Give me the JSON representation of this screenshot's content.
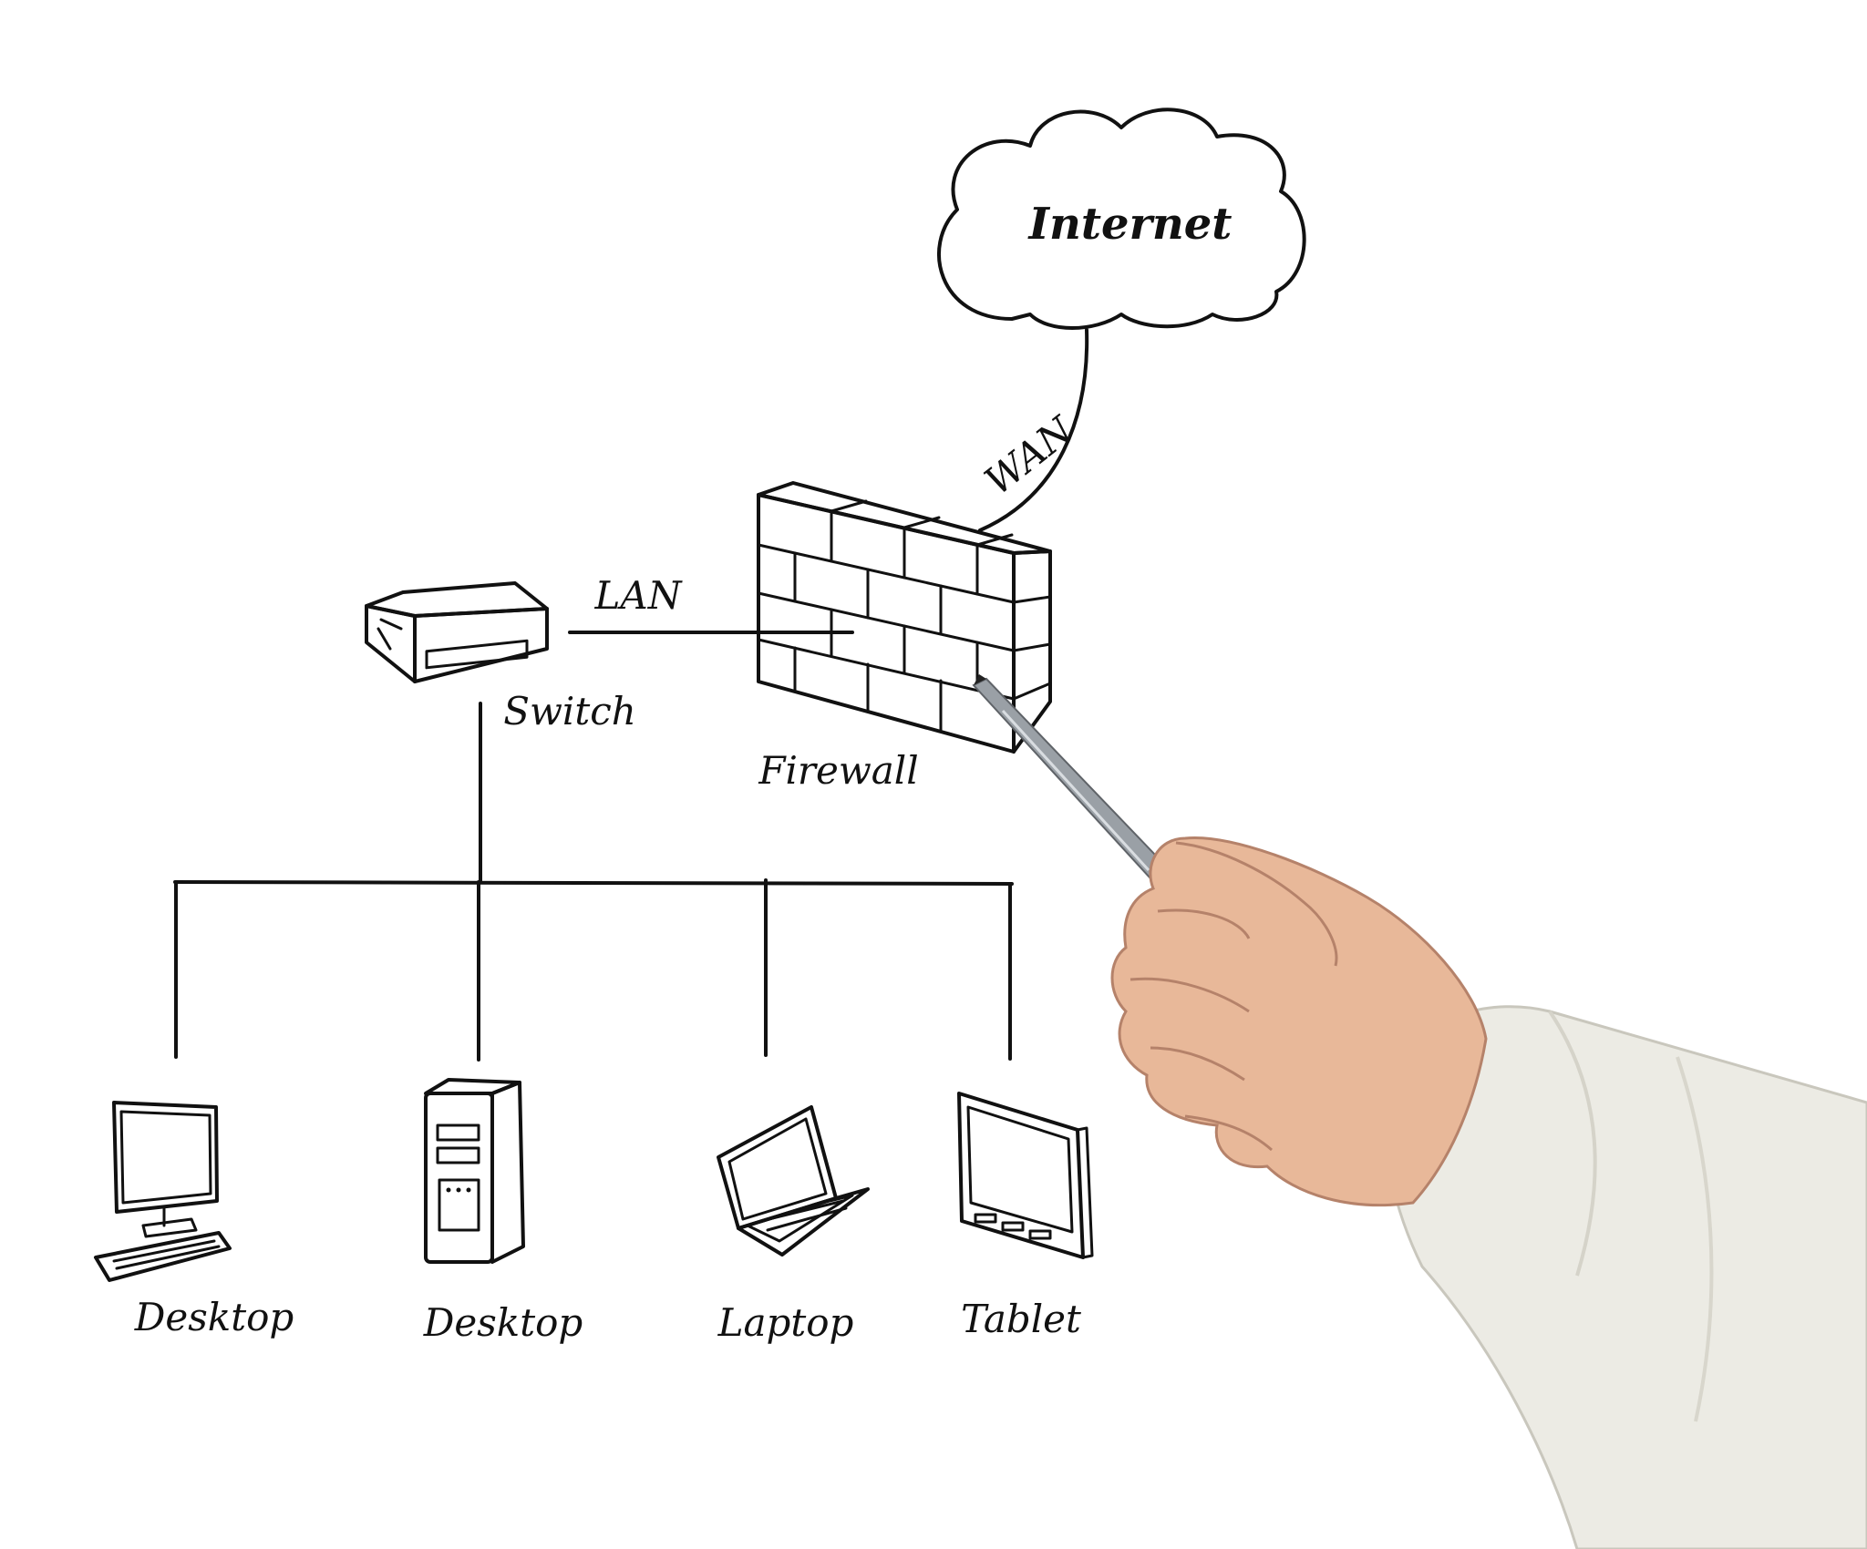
{
  "diagram": {
    "nodes": {
      "internet": {
        "label": "Internet",
        "icon": "cloud-icon"
      },
      "firewall": {
        "label": "Firewall",
        "icon": "brick-wall-icon"
      },
      "switch": {
        "label": "Switch",
        "icon": "network-switch-icon"
      },
      "desktop_monitor": {
        "label": "Desktop",
        "icon": "monitor-icon"
      },
      "desktop_tower": {
        "label": "Desktop",
        "icon": "tower-pc-icon"
      },
      "laptop": {
        "label": "Laptop",
        "icon": "laptop-icon"
      },
      "tablet": {
        "label": "Tablet",
        "icon": "tablet-icon"
      }
    },
    "links": {
      "wan": {
        "label": "WAN",
        "from": "Firewall",
        "to": "Internet"
      },
      "lan": {
        "label": "LAN",
        "from": "Switch",
        "to": "Firewall"
      }
    },
    "ink_color": "#111111"
  }
}
